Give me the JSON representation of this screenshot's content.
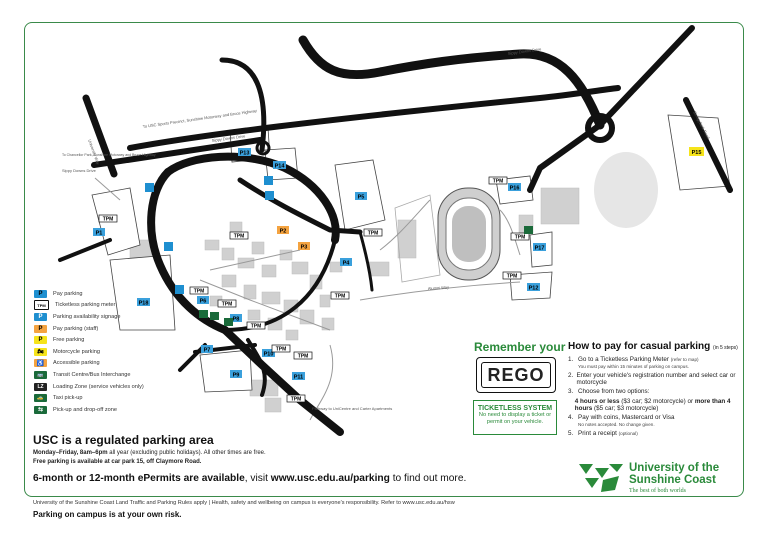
{
  "map": {
    "road_labels": {
      "sippy_downs_drive_top": "Sippy Downs Drive",
      "sippy_downs_drive_mid": "Sippy Downs Drive",
      "university_way": "University Way",
      "stringybark_road": "Stringybark Road",
      "to_sippy_downs_drive": "Sippy Downs Drive",
      "chancellor_lakes": "To Chancellor Park, Sunshine Motorway and Bruce Highway",
      "to_usc_sports": "To USC Sports Precinct, Sunshine Motorway and Bruce Highway",
      "alumni_way": "Alumni Way",
      "pathway": "Pathway to UniCentre and Carter Apartments"
    },
    "car_parks": [
      "P1",
      "P2",
      "P3",
      "P4",
      "P5",
      "P6",
      "P7",
      "P8",
      "P9",
      "P10",
      "P11",
      "P12",
      "P13",
      "P14",
      "P15",
      "P16",
      "P17",
      "P18"
    ],
    "tpm_label": "TPM"
  },
  "legend": [
    {
      "icon": "pay-parking-icon",
      "symbol": "P",
      "bg": "#1e8fd0",
      "fg": "#000000",
      "label": "Pay parking"
    },
    {
      "icon": "ticketless-meter-icon",
      "symbol": "TPM",
      "bg": "#ffffff",
      "fg": "#000000",
      "label": "Ticketless parking meter"
    },
    {
      "icon": "availability-signage-icon",
      "symbol": "P",
      "bg": "#1e8fd0",
      "fg": "#ffffff",
      "label": "Parking availability signage"
    },
    {
      "icon": "pay-parking-staff-icon",
      "symbol": "P",
      "bg": "#f4a340",
      "fg": "#000000",
      "label": "Pay parking (staff)"
    },
    {
      "icon": "free-parking-icon",
      "symbol": "P",
      "bg": "#f6e41a",
      "fg": "#000000",
      "label": "Free parking"
    },
    {
      "icon": "motorcycle-icon",
      "symbol": "🏍",
      "bg": "#f6e41a",
      "fg": "#000000",
      "label": "Motorcycle parking"
    },
    {
      "icon": "accessible-icon",
      "symbol": "♿",
      "bg": "#f4a340",
      "fg": "#000000",
      "label": "Accessible parking"
    },
    {
      "icon": "bus-interchange-icon",
      "symbol": "🚌",
      "bg": "#1a6a3a",
      "fg": "#ffffff",
      "label": "Transit Centre/Bus Interchange"
    },
    {
      "icon": "loading-zone-icon",
      "symbol": "LZ",
      "bg": "#222222",
      "fg": "#ffffff",
      "label": "Loading Zone (service vehicles only)"
    },
    {
      "icon": "taxi-icon",
      "symbol": "🚕",
      "bg": "#1a6a3a",
      "fg": "#ffffff",
      "label": "Taxi pick-up"
    },
    {
      "icon": "pickup-dropoff-icon",
      "symbol": "⇆",
      "bg": "#1a6a3a",
      "fg": "#ffffff",
      "label": "Pick-up and drop-off zone"
    }
  ],
  "regulated": {
    "title": "USC is a regulated parking area",
    "hours_bold": "Monday–Friday, 8am–6pm",
    "hours_rest": " all year (excluding public holidays). All other times are free.",
    "free_note": "Free parking is available at car park 15, off Claymore Road.",
    "epermit_bold": "6-month or 12-month ePermits are available",
    "epermit_mid": ", visit ",
    "epermit_url": "www.usc.edu.au/parking",
    "epermit_end": " to find out more."
  },
  "remember": {
    "title": "Remember your",
    "plate": "REGO",
    "ticketless_title": "TICKETLESS SYSTEM",
    "ticketless_text": "No need to display a ticket or permit on your vehicle."
  },
  "howto": {
    "title": "How to pay for casual parking",
    "title_small": "(in 5 steps)",
    "steps": [
      {
        "n": "1.",
        "text": "Go to a Ticketless Parking Meter",
        "small": "(refer to map)",
        "sub": "You must pay within 15 minutes of parking on campus."
      },
      {
        "n": "2.",
        "text": "Enter your vehicle's registration number and select car or motorcycle",
        "small": "",
        "sub": ""
      },
      {
        "n": "3.",
        "text": "Choose from two options:",
        "small": "",
        "sub": ""
      },
      {
        "n": "",
        "text_bold1": "4 hours or less",
        "text_mid1": " ($3 car; $2 motorcycle) or ",
        "text_bold2": "more than 4 hours",
        "text_mid2": " ($5 car; $3 motorcycle)"
      },
      {
        "n": "4.",
        "text": "Pay with coins, Mastercard or Visa",
        "small": "",
        "sub": "No notes accepted. No change given."
      },
      {
        "n": "5.",
        "text": "Print a receipt",
        "small": "(optional)",
        "sub": ""
      }
    ]
  },
  "logo": {
    "line1": "University of the",
    "line2": "Sunshine Coast",
    "tagline": "The best of both worlds"
  },
  "footer": {
    "line1": "University of the Sunshine Coast Land Traffic and Parking Rules apply | Health, safety and wellbeing on campus is everyone's responsibility. Refer to www.usc.edu.au/hsw",
    "line2": "Parking on campus is at your own risk."
  }
}
